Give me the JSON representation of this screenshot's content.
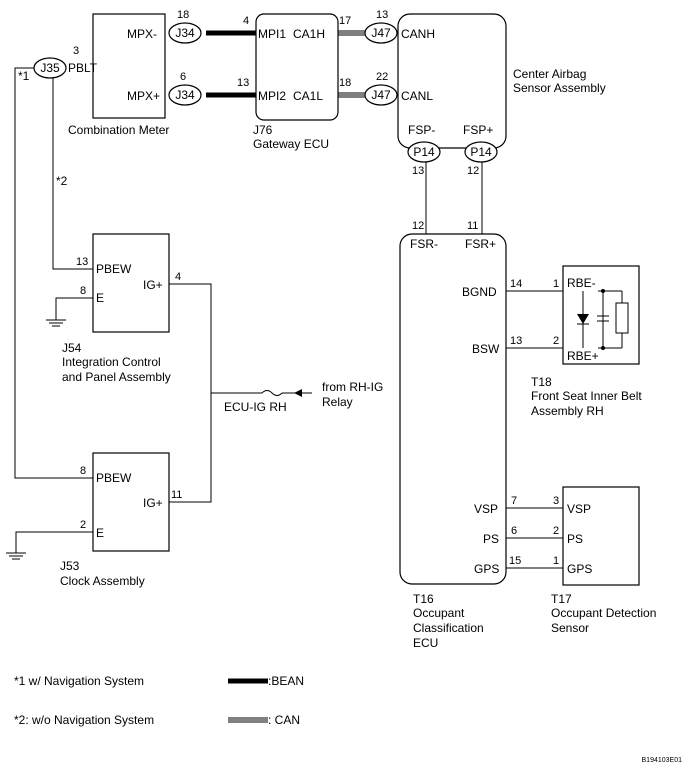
{
  "components": {
    "combination_meter": {
      "name": "Combination Meter",
      "pins": {
        "mpx_minus": "MPX-",
        "mpx_plus": "MPX+",
        "pblt": "PBLT"
      }
    },
    "gateway_ecu": {
      "code": "J76",
      "name": "Gateway ECU",
      "pins": {
        "mpi1": "MPI1",
        "mpi2": "MPI2",
        "ca1h": "CA1H",
        "ca1l": "CA1L"
      }
    },
    "airbag_sensor": {
      "name_line1": "Center Airbag",
      "name_line2": "Sensor Assembly",
      "pins": {
        "canh": "CANH",
        "canl": "CANL",
        "fsp_minus": "FSP-",
        "fsp_plus": "FSP+"
      }
    },
    "integration_panel": {
      "code": "J54",
      "name_line1": "Integration Control",
      "name_line2": "and Panel Assembly",
      "pins": {
        "pbew": "PBEW",
        "e": "E",
        "ig": "IG+"
      }
    },
    "clock": {
      "code": "J53",
      "name": "Clock Assembly",
      "pins": {
        "pbew": "PBEW",
        "e": "E",
        "ig": "IG+"
      }
    },
    "occupant_ecu": {
      "code": "T16",
      "name_line1": "Occupant",
      "name_line2": "Classification",
      "name_line3": "ECU",
      "pins": {
        "fsr_minus": "FSR-",
        "fsr_plus": "FSR+",
        "bgnd": "BGND",
        "bsw": "BSW",
        "vsp": "VSP",
        "ps": "PS",
        "gps": "GPS"
      }
    },
    "belt_assembly": {
      "code": "T18",
      "name_line1": "Front Seat Inner Belt",
      "name_line2": "Assembly RH",
      "pins": {
        "rbe_minus": "RBE-",
        "rbe_plus": "RBE+"
      }
    },
    "occupant_sensor": {
      "code": "T17",
      "name_line1": "Occupant Detection",
      "name_line2": "Sensor",
      "pins": {
        "vsp": "VSP",
        "ps": "PS",
        "gps": "GPS"
      }
    }
  },
  "connectors": {
    "j34_top": "J34",
    "j34_bot": "J34",
    "j35": "J35",
    "j47_top": "J47",
    "j47_bot": "J47",
    "p14_left": "P14",
    "p14_right": "P14"
  },
  "pin_numbers": {
    "meter_mpx_minus": "18",
    "meter_mpx_plus": "6",
    "meter_pblt": "3",
    "gw_mpi1": "4",
    "gw_mpi2": "13",
    "gw_ca1h": "17",
    "gw_ca1l": "18",
    "ab_canh": "13",
    "ab_canl": "22",
    "ab_fsp_minus": "13",
    "ab_fsp_plus": "12",
    "occ_fsr_minus": "12",
    "occ_fsr_plus": "11",
    "int_pbew": "13",
    "int_e": "8",
    "int_ig": "4",
    "clk_pbew": "8",
    "clk_e": "2",
    "clk_ig": "11",
    "occ_bgnd": "14",
    "occ_bsw": "13",
    "belt_rbe_minus": "1",
    "belt_rbe_plus": "2",
    "occ_vsp": "7",
    "occ_ps": "6",
    "occ_gps": "15",
    "sen_vsp": "3",
    "sen_ps": "2",
    "sen_gps": "1"
  },
  "notes": {
    "star1": "*1",
    "star2": "*2",
    "fuse_label": "ECU-IG RH",
    "from_line1": "from RH-IG",
    "from_line2": "Relay"
  },
  "legend": {
    "note1": "*1  w/ Navigation System",
    "note2": "*2: w/o Navigation System",
    "bean": ":BEAN",
    "can": ": CAN"
  },
  "figure_code": "B194103E01"
}
